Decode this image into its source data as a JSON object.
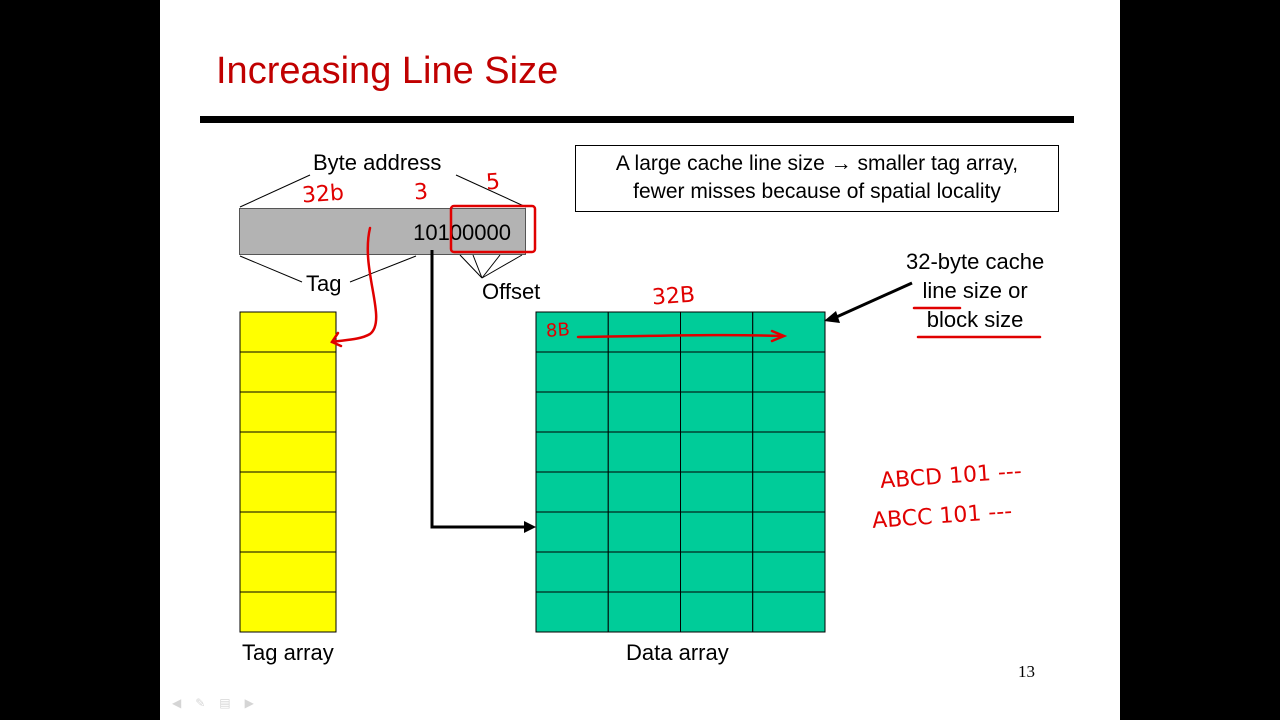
{
  "slide": {
    "title": "Increasing Line Size",
    "page_number": "13"
  },
  "address": {
    "label": "Byte address",
    "value": "10100000",
    "tag_label": "Tag",
    "offset_label": "Offset"
  },
  "callout": {
    "line1": "A large cache line size → smaller tag array,",
    "line2": "fewer misses because of spatial locality"
  },
  "line_size_note": {
    "line1": "32-byte cache",
    "line2": "line size or",
    "line3": "block size"
  },
  "tag_array": {
    "label": "Tag array",
    "rows": 8,
    "color": "#ffff00"
  },
  "data_array": {
    "label": "Data array",
    "rows": 8,
    "cols": 4,
    "color": "#00cc99"
  },
  "annotations": {
    "bits_tag": "32b",
    "bits_index": "3",
    "bits_offset": "5",
    "line_bytes": "32B",
    "word_bytes": "8B",
    "example_1": "ABCD 101 ---",
    "example_2": "ABCC 101 ---",
    "ink_color": "#e00000"
  },
  "toolbar_icons": [
    "prev-arrow-icon",
    "pen-icon",
    "menu-icon",
    "next-arrow-icon"
  ]
}
